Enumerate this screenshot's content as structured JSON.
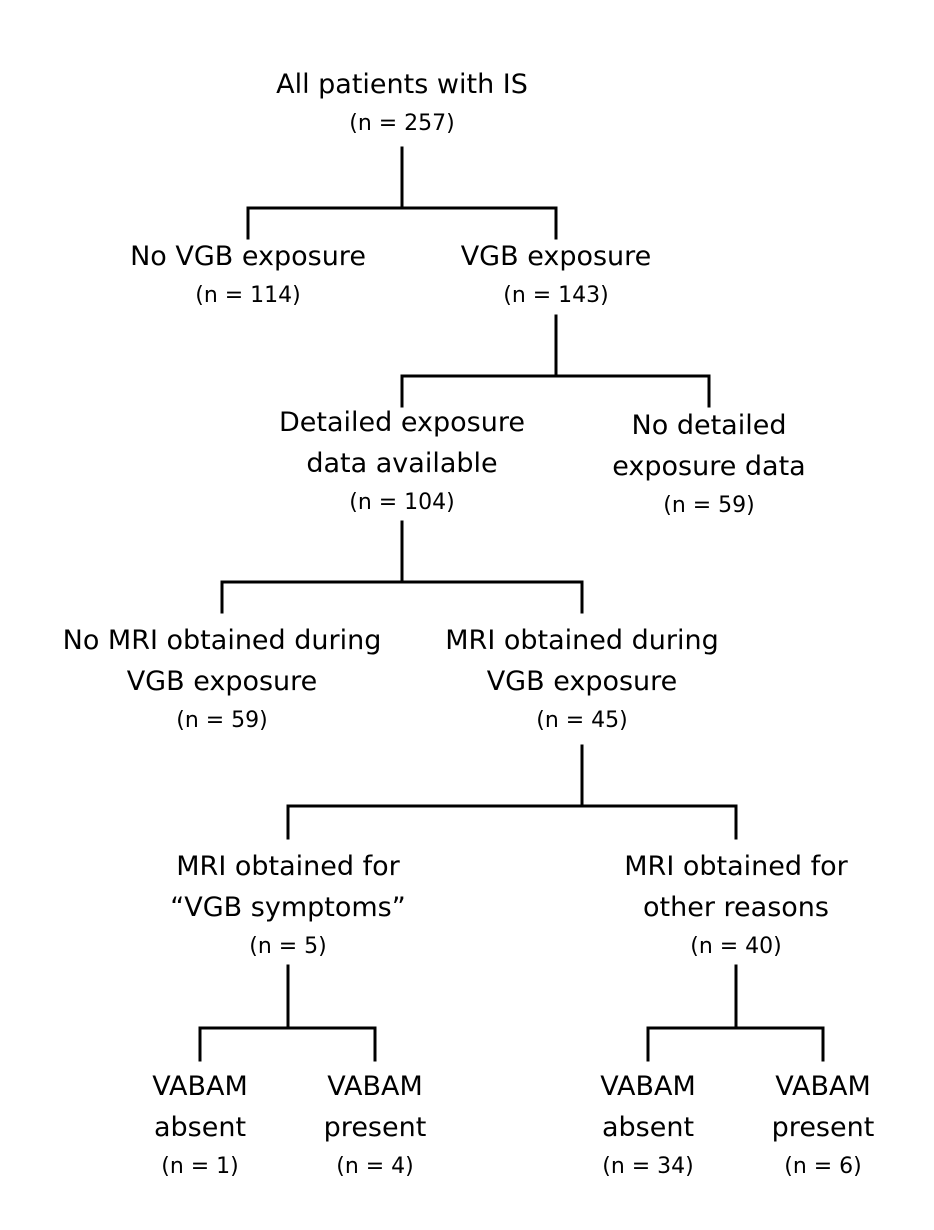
{
  "nodes": {
    "all_patients": {
      "label": [
        "All patients with IS"
      ],
      "count": "(n = 257)"
    },
    "no_vgb": {
      "label": [
        "No VGB exposure"
      ],
      "count": "(n = 114)"
    },
    "vgb": {
      "label": [
        "VGB exposure"
      ],
      "count": "(n = 143)"
    },
    "detailed": {
      "label": [
        "Detailed exposure",
        "data available"
      ],
      "count": "(n = 104)"
    },
    "no_detailed": {
      "label": [
        "No detailed",
        "exposure data"
      ],
      "count": "(n = 59)"
    },
    "no_mri": {
      "label": [
        "No MRI obtained during",
        "VGB exposure"
      ],
      "count": "(n = 59)"
    },
    "mri": {
      "label": [
        "MRI obtained during",
        "VGB exposure"
      ],
      "count": "(n = 45)"
    },
    "mri_symptoms": {
      "label": [
        "MRI obtained for",
        "“VGB symptoms”"
      ],
      "count": "(n = 5)"
    },
    "mri_other": {
      "label": [
        "MRI obtained for",
        "other reasons"
      ],
      "count": "(n = 40)"
    },
    "sym_absent": {
      "label": [
        "VABAM",
        "absent"
      ],
      "count": "(n = 1)"
    },
    "sym_present": {
      "label": [
        "VABAM",
        "present"
      ],
      "count": "(n = 4)"
    },
    "oth_absent": {
      "label": [
        "VABAM",
        "absent"
      ],
      "count": "(n = 34)"
    },
    "oth_present": {
      "label": [
        "VABAM",
        "present"
      ],
      "count": "(n = 6)"
    }
  }
}
